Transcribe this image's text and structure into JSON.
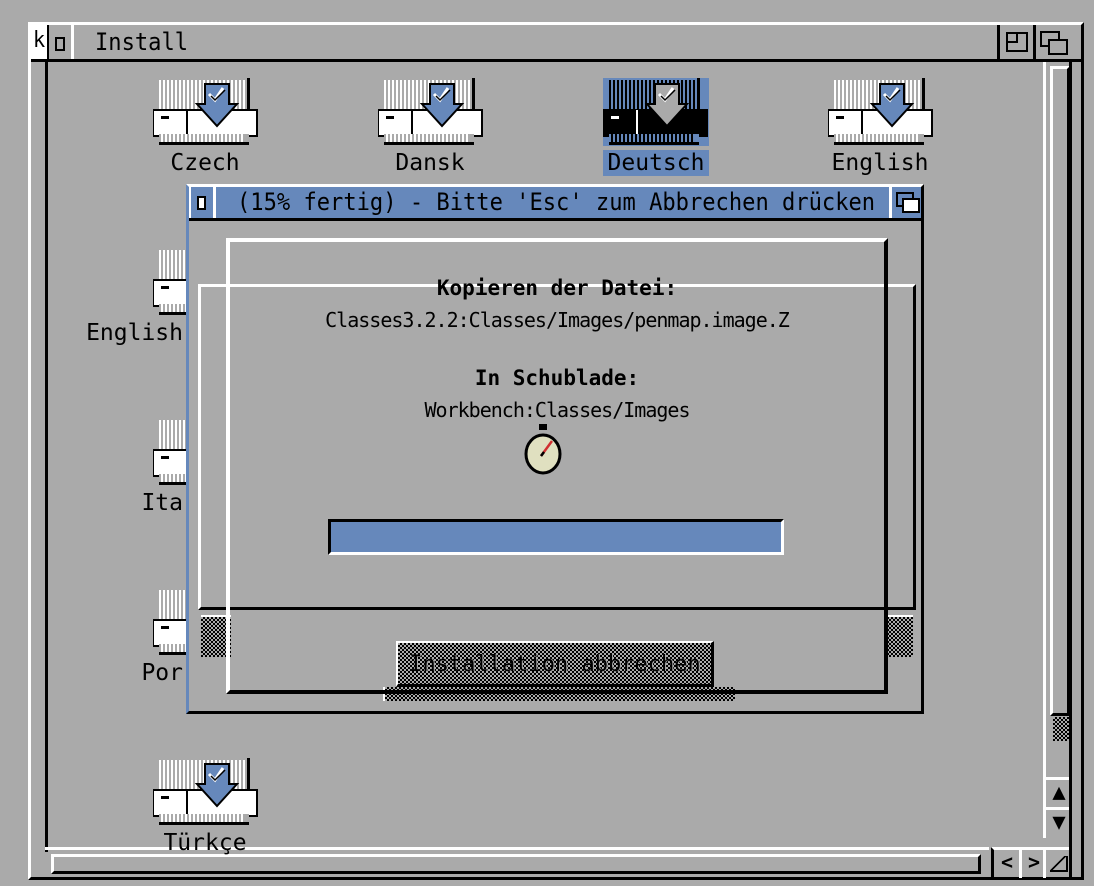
{
  "window": {
    "title": "Install",
    "left_gadget_glyph": "k"
  },
  "icons": [
    {
      "label": "Czech",
      "selected": false
    },
    {
      "label": "Dansk",
      "selected": false
    },
    {
      "label": "Deutsch",
      "selected": true
    },
    {
      "label": "English",
      "selected": false
    },
    {
      "label": "English",
      "selected": false
    },
    {
      "label": "Ita",
      "selected": false
    },
    {
      "label": "Por",
      "selected": false
    },
    {
      "label": "Türkçe",
      "selected": false
    }
  ],
  "dialog": {
    "title": "(15% fertig) - Bitte 'Esc' zum Abbrechen drücken",
    "copy_heading": "Kopieren der Datei:",
    "copy_file": "Classes3.2.2:Classes/Images/penmap.image.Z",
    "dest_heading": "In Schublade:",
    "dest_path": "Workbench:Classes/Images",
    "busy_icon": "stopwatch-icon",
    "progress_percent": 100,
    "cancel_label": "Installation abbrechen",
    "cancel_enabled": false
  },
  "colors": {
    "background": "#aaaaaa",
    "accent": "#6688bb",
    "highlight": "#ffffff",
    "shadow": "#000000"
  }
}
